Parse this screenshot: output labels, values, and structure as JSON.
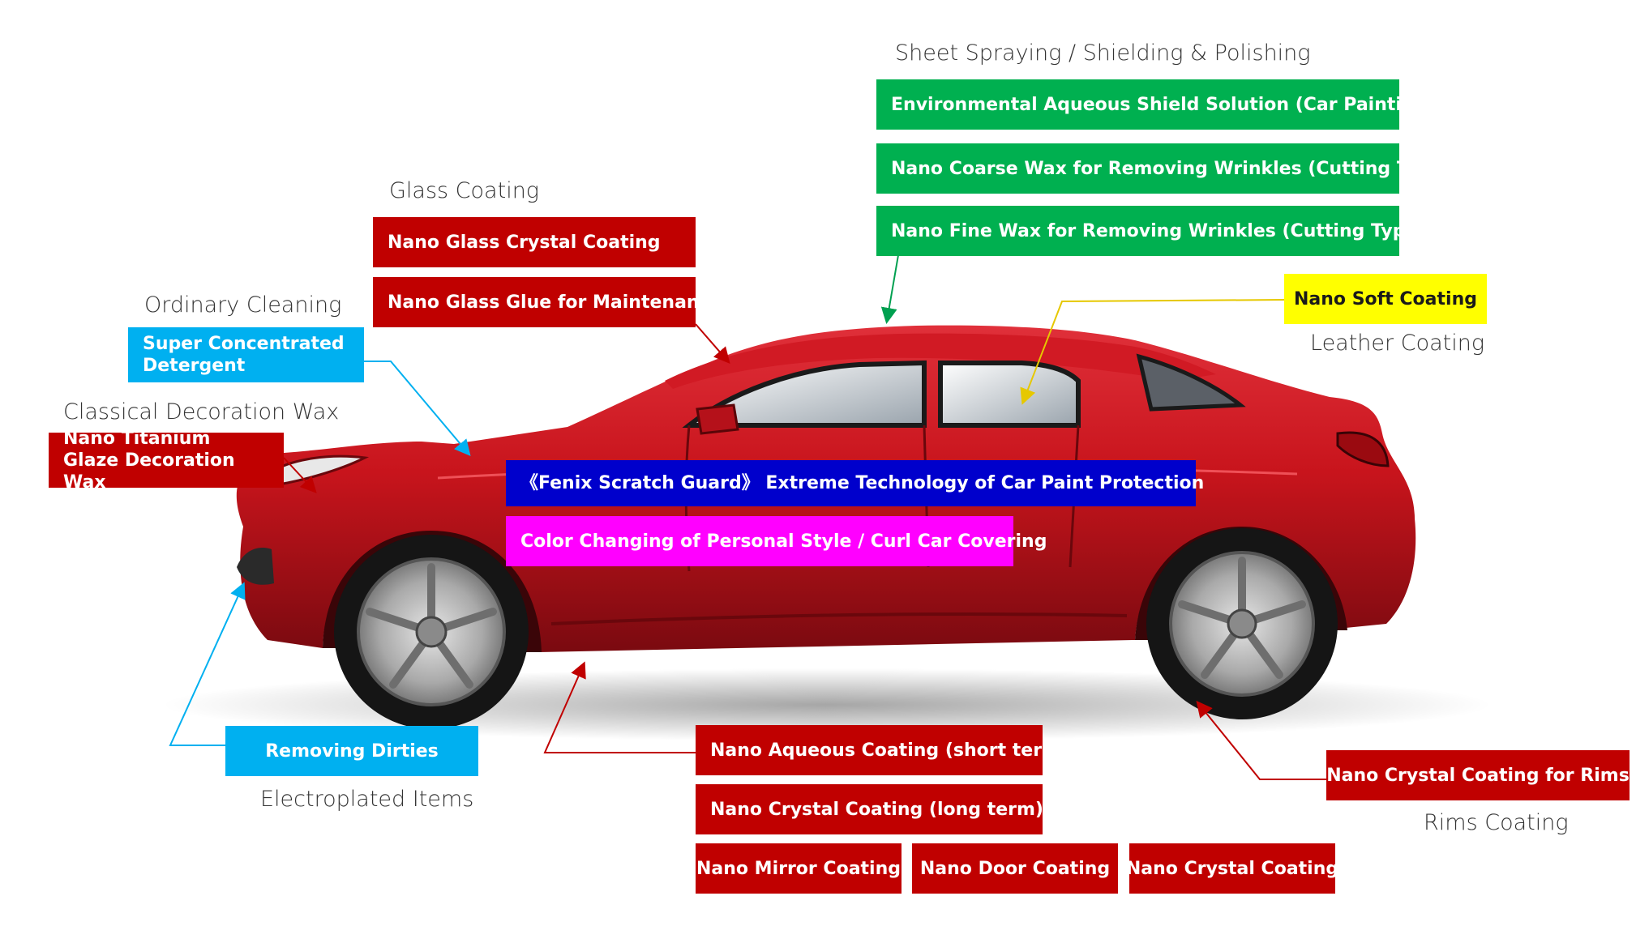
{
  "headings": {
    "sheet_spraying": "Sheet Spraying  /  Shielding & Polishing",
    "glass_coating": "Glass Coating",
    "ordinary_cleaning": "Ordinary Cleaning",
    "classical_wax": "Classical Decoration Wax",
    "leather_coating": "Leather Coating",
    "electroplated": "Electroplated Items",
    "rims_coating": "Rims Coating"
  },
  "boxes": {
    "env_aqueous": "Environmental Aqueous Shield Solution (Car Painting)",
    "coarse_wax": "Nano Coarse Wax for Removing Wrinkles (Cutting Type)",
    "fine_wax": "Nano Fine Wax for Removing Wrinkles (Cutting Type)",
    "glass_crystal": "Nano Glass Crystal Coating",
    "glass_glue": "Nano Glass Glue for Maintenance",
    "detergent": "Super Concentrated Detergent",
    "titanium_wax": "Nano Titanium Glaze Decoration Wax",
    "soft_coating": "Nano Soft Coating",
    "fenix": "《Fenix Scratch Guard》 Extreme Technology of Car Paint Protection",
    "color_changing": "Color Changing of Personal Style  /  Curl Car Covering",
    "removing_dirties": "Removing Dirties",
    "aqueous_short": "Nano Aqueous Coating (short term)",
    "crystal_long": "Nano Crystal Coating  (long term)",
    "mirror": "Nano Mirror Coating",
    "door": "Nano Door Coating",
    "crystal": "Nano Crystal Coating",
    "rims": "Nano Crystal Coating for Rims"
  },
  "colors": {
    "red_box": "#c00000",
    "green_box": "#00b050",
    "cyan_box": "#00b0f0",
    "yellow_box": "#ffff00",
    "blue_box": "#0000cc",
    "magenta_box": "#ff00ff",
    "car_body": "#c8141c"
  },
  "illustration": "red-sports-car"
}
